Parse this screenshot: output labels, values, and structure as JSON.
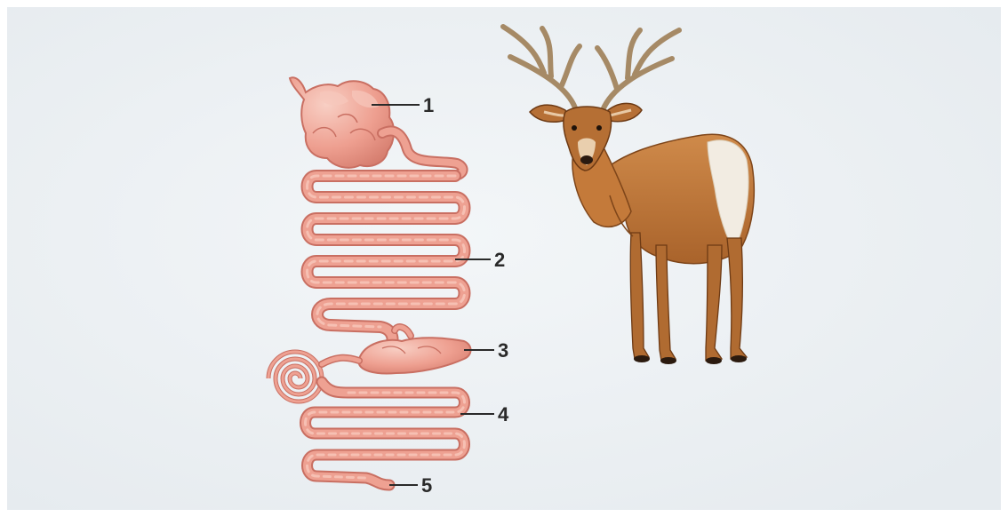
{
  "labels": [
    {
      "id": "1",
      "text": "1"
    },
    {
      "id": "2",
      "text": "2"
    },
    {
      "id": "3",
      "text": "3"
    },
    {
      "id": "4",
      "text": "4"
    },
    {
      "id": "5",
      "text": "5"
    }
  ],
  "colors": {
    "background": "#eef2f5",
    "organ_fill": "#eea192",
    "organ_highlight": "#f7c8bc",
    "organ_outline": "#c96f62",
    "deer_body": "#c47a3a",
    "deer_dark": "#7e4519",
    "antler": "#a68a66",
    "rump": "#f2ece2",
    "label_line": "#2a2a2a"
  },
  "icons": {
    "stomach": "stomach-illustration",
    "deer": "deer-illustration"
  }
}
